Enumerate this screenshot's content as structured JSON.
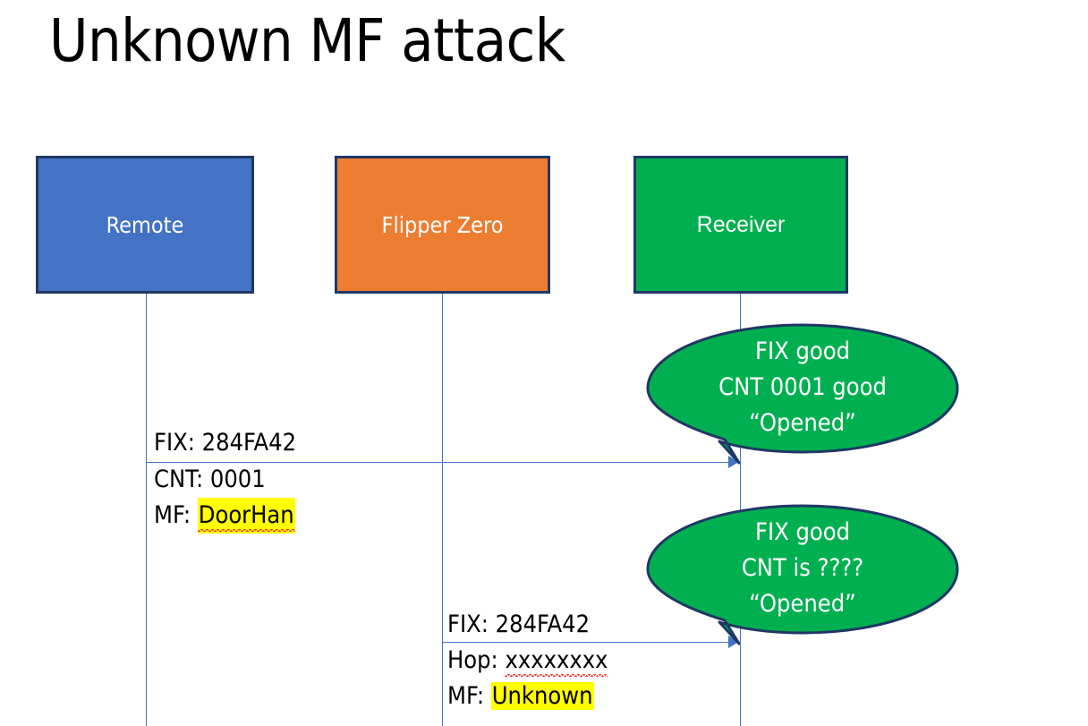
{
  "slide": {
    "title": "Unknown MF attack",
    "background": "#FFFFFF"
  },
  "colors": {
    "remote_fill": "#4472C4",
    "flipper_fill": "#ED7D31",
    "receiver_fill": "#00B050",
    "box_border": "#1F3864",
    "lifeline": "#4472C4",
    "arrow": "#4472C4",
    "callout_fill": "#00B050",
    "callout_border": "#1F3864",
    "highlight": "#FFFF00",
    "spellcheck_underline": "#E8453C",
    "text_dark": "#000000",
    "text_light": "#FFFFFF"
  },
  "actors": [
    {
      "id": "remote",
      "label": "Remote"
    },
    {
      "id": "flipper",
      "label": "Flipper Zero"
    },
    {
      "id": "receiver",
      "label": "Receiver"
    }
  ],
  "messages": [
    {
      "id": "msg1",
      "from": "remote",
      "to": "receiver",
      "label_above": "FIX: 284FA42",
      "label_line2": "CNT: 0001",
      "label_line3_prefix": "MF: ",
      "label_line3_value": "DoorHan"
    },
    {
      "id": "msg2",
      "from": "flipper",
      "to": "receiver",
      "label_above": "FIX: 284FA42",
      "label_line2_prefix": "Hop: ",
      "label_line2_value": "xxxxxxxx",
      "label_line3_prefix": "MF: ",
      "label_line3_value": "Unknown"
    }
  ],
  "callouts": [
    {
      "id": "callout-1",
      "anchor": "receiver",
      "line1": "FIX good",
      "line2": "CNT 0001 good",
      "line3": "“Opened”"
    },
    {
      "id": "callout-2",
      "anchor": "receiver",
      "line1": "FIX good",
      "line2": "CNT is ????",
      "line3": "“Opened”"
    }
  ]
}
